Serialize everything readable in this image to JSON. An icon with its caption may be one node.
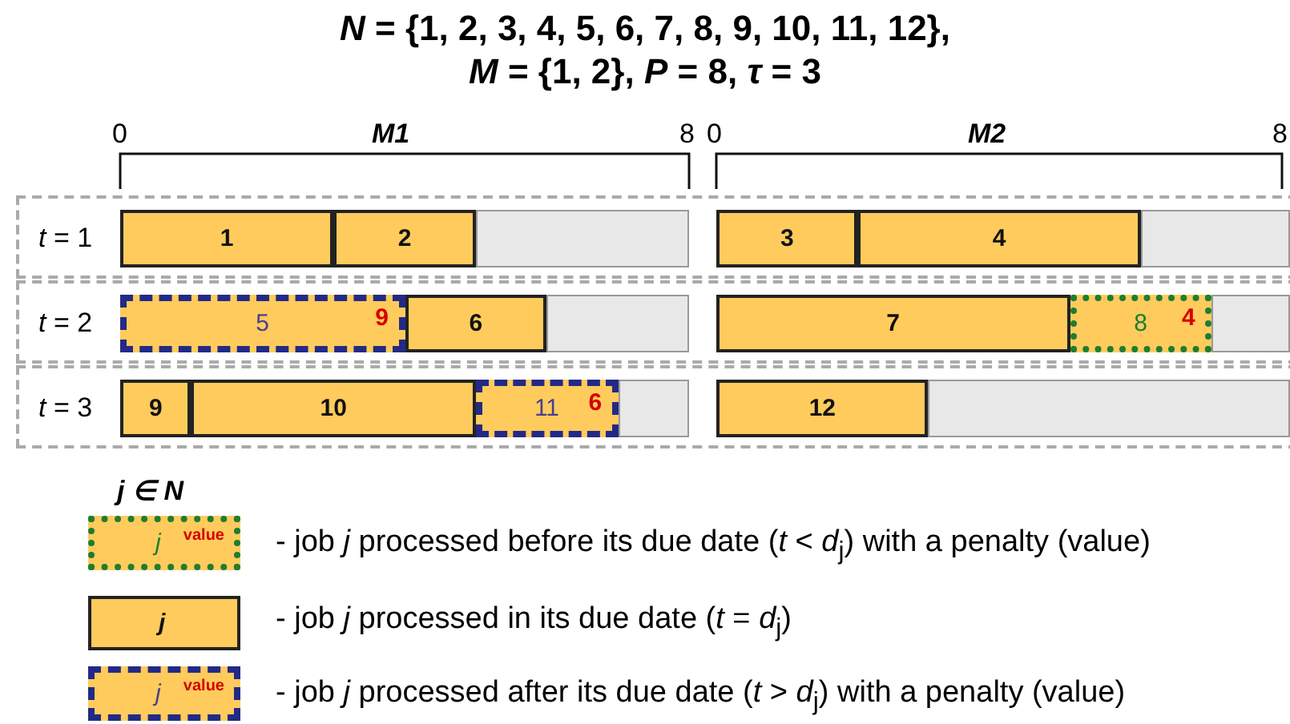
{
  "diagram": {
    "title": "*N* = {1, 2, 3, 4, 5, 6, 7, 8, 9, 10, 11, 12}, *M* = {1, 2}, *P* = 8, *τ* = 3",
    "nodes": [
      {
        "text": [
          "1"
        ]
      },
      {
        "text": [
          "2"
        ]
      },
      {
        "text": [
          "3"
        ]
      },
      {
        "text": [
          "4"
        ]
      },
      {
        "text": [
          "5",
          "9"
        ]
      },
      {
        "text": [
          "6"
        ]
      },
      {
        "text": [
          "7"
        ]
      },
      {
        "text": [
          "8",
          "4"
        ]
      },
      {
        "text": [
          "9"
        ]
      },
      {
        "text": [
          "10"
        ]
      },
      {
        "text": [
          "11",
          "6"
        ]
      },
      {
        "text": [
          "12"
        ]
      },
      {
        "text": [
          "j",
          "value"
        ]
      },
      {
        "text": [
          "j"
        ]
      },
      {
        "text": [
          "j",
          "value"
        ]
      }
    ],
    "labels": [
      "0",
      "M1",
      "8",
      "0",
      "M2",
      "8",
      "*t* = 1",
      "*t* = 2",
      "*t* = 3",
      "*j* ∈ *N*"
    ],
    "legend": [
      {
        "text": "- job *j* processed before its due date (*t* < *d*$_{j}$) with a penalty (value)"
      },
      {
        "text": "- job *j* processed in its due date (*t* = *d*$_{j}$)"
      },
      {
        "text": "- job *j* processed after its due date (*t* > *d*$_{j}$) with a penalty (value)"
      }
    ]
  }
}
